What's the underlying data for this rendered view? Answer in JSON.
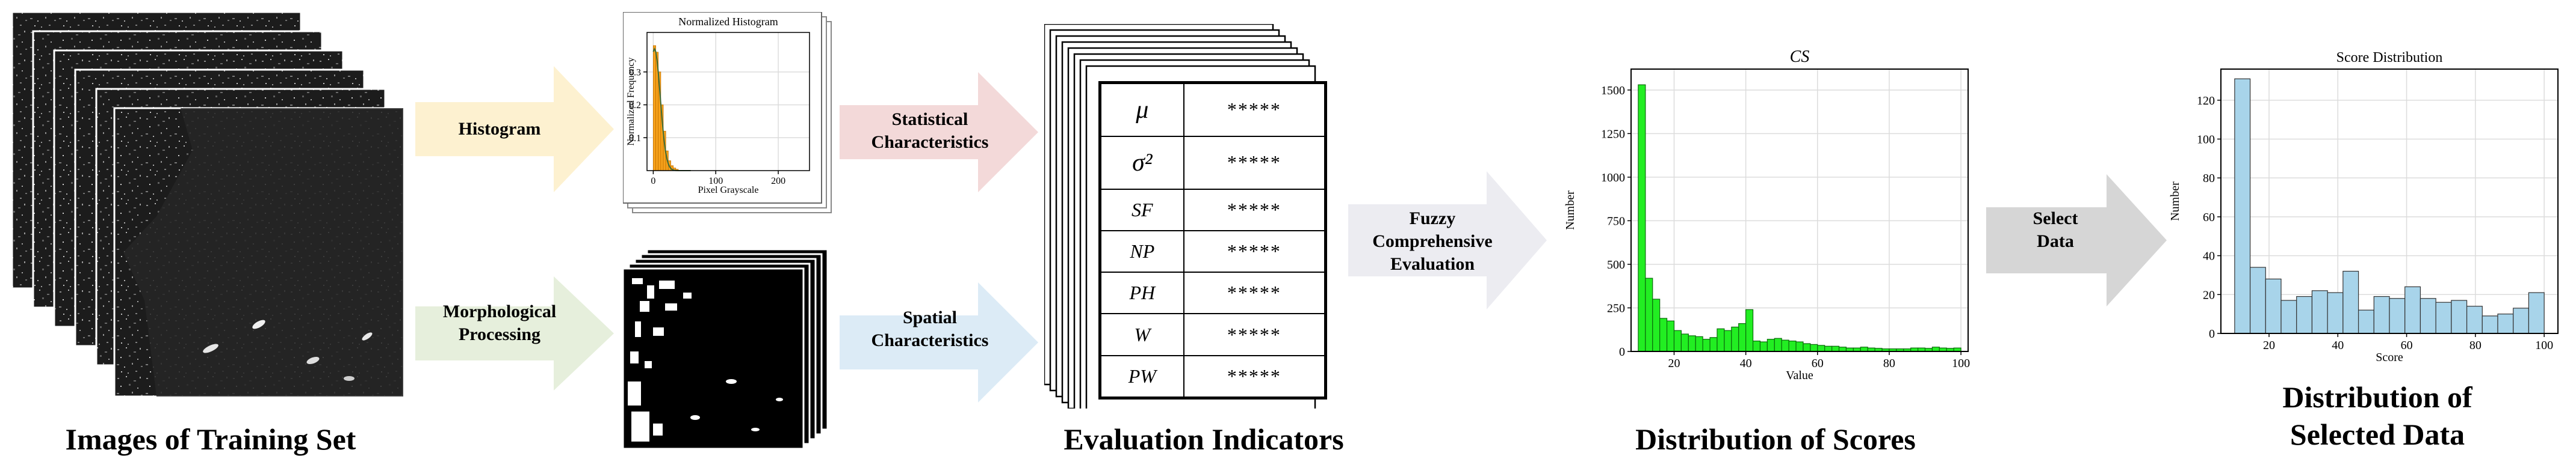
{
  "captions": {
    "images": "Images of Training Set",
    "indicators": "Evaluation Indicators",
    "scores": "Distribution of Scores",
    "selected_line1": "Distribution of",
    "selected_line2": "Selected Data"
  },
  "arrows": {
    "histogram": "Histogram",
    "morph_1": "Morphological",
    "morph_2": "Processing",
    "stat_1": "Statistical",
    "stat_2": "Characteristics",
    "spatial_1": "Spatial",
    "spatial_2": "Characteristics",
    "fuzzy_1": "Fuzzy",
    "fuzzy_2": "Comprehensive",
    "fuzzy_3": "Evaluation",
    "select_1": "Select",
    "select_2": "Data"
  },
  "colors": {
    "histogram_arrow": "#fdf1d0",
    "morph_arrow": "#e6efdc",
    "stat_arrow": "#f3d9d9",
    "spatial_arrow": "#dcebf6",
    "fuzzy_arrow": "#ececf1",
    "select_arrow": "#d6d6d6",
    "green_bars": "#22ee22",
    "blue_bars": "#a8d4ea",
    "orange_bars": "#f7a21b"
  },
  "indicator_table": {
    "rows": [
      {
        "symbol": "μ",
        "value": "*****"
      },
      {
        "symbol": "σ²",
        "value": "*****"
      },
      {
        "symbol": "SF",
        "value": "*****"
      },
      {
        "symbol": "NP",
        "value": "*****"
      },
      {
        "symbol": "PH",
        "value": "*****"
      },
      {
        "symbol": "W",
        "value": "*****"
      },
      {
        "symbol": "PW",
        "value": "*****"
      }
    ]
  },
  "chart_data": [
    {
      "type": "bar",
      "title": "Normalized Histogram",
      "xlabel": "Pixel Grayscale",
      "ylabel": "Normalized Frequency",
      "xlim": [
        -10,
        250
      ],
      "ylim": [
        0,
        0.42
      ],
      "xticks": [
        0,
        100,
        200
      ],
      "yticks": [
        0.1,
        0.2,
        0.3
      ],
      "x": [
        0,
        4,
        8,
        12,
        16,
        20,
        24,
        28,
        32,
        36
      ],
      "values": [
        0.38,
        0.36,
        0.3,
        0.2,
        0.12,
        0.06,
        0.03,
        0.015,
        0.008,
        0.004
      ],
      "grid": true
    },
    {
      "type": "bar",
      "title": "CS",
      "xlabel": "Value",
      "ylabel": "Number",
      "xlim": [
        8,
        102
      ],
      "ylim": [
        0,
        1620
      ],
      "xticks": [
        20,
        40,
        60,
        80,
        100
      ],
      "yticks": [
        0,
        250,
        500,
        750,
        1000,
        1250,
        1500
      ],
      "bin_start": 10,
      "bin_width": 2,
      "values": [
        1530,
        420,
        300,
        190,
        175,
        120,
        100,
        90,
        85,
        70,
        80,
        130,
        120,
        140,
        160,
        240,
        60,
        55,
        70,
        75,
        65,
        60,
        55,
        45,
        40,
        35,
        30,
        30,
        25,
        20,
        20,
        25,
        20,
        18,
        15,
        15,
        15,
        15,
        20,
        20,
        18,
        25,
        20,
        18,
        20
      ],
      "grid": true
    },
    {
      "type": "bar",
      "title": "Score Distribution",
      "xlabel": "Score",
      "ylabel": "Number",
      "xlim": [
        6,
        104
      ],
      "ylim": [
        0,
        136
      ],
      "xticks": [
        20,
        40,
        60,
        80,
        100
      ],
      "yticks": [
        0,
        20,
        40,
        60,
        80,
        100,
        120
      ],
      "bin_start": 10,
      "bin_width": 4.5,
      "values": [
        131,
        34,
        28,
        17,
        19,
        22,
        21,
        32,
        12,
        19,
        18,
        24,
        18,
        16,
        17,
        14,
        9,
        10,
        13,
        21
      ],
      "grid": true
    }
  ]
}
